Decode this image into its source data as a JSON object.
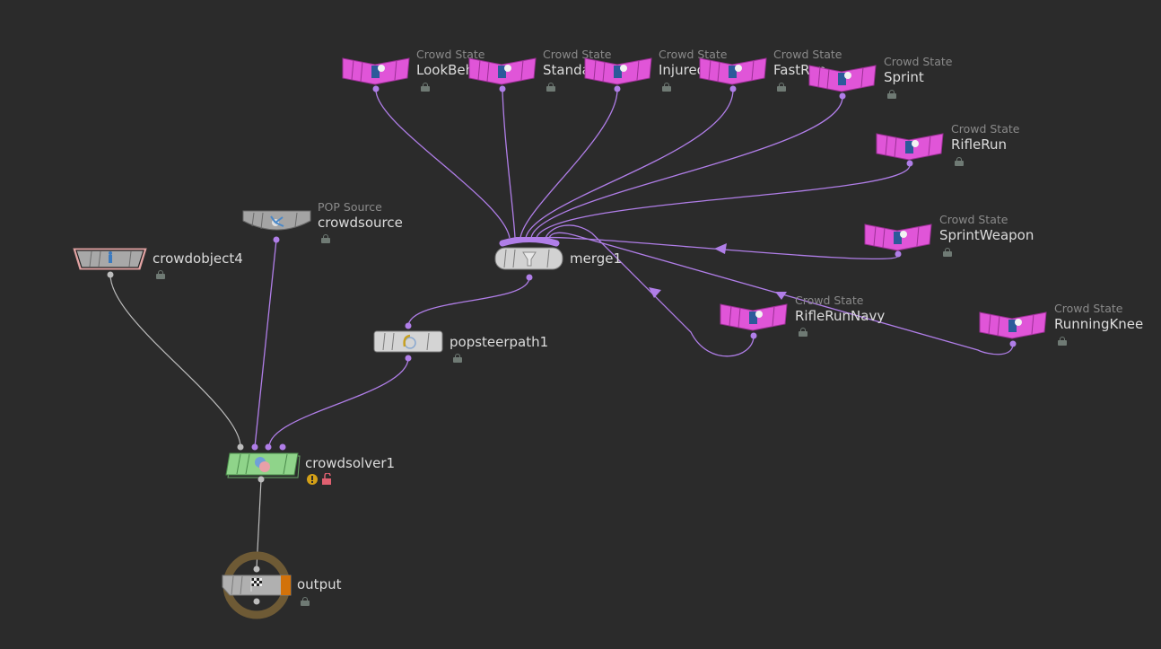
{
  "network": {
    "background": "#2b2b2b",
    "wire_color": "#b07ee8",
    "wire_color_gray": "#bdbdbd"
  },
  "nodes": {
    "lookbehind": {
      "type": "Crowd State",
      "name": "LookBehindRun",
      "color": "#e055d8",
      "locked": true
    },
    "standardrun": {
      "type": "Crowd State",
      "name": "StandardRun",
      "color": "#e055d8",
      "locked": true
    },
    "injuredrun": {
      "type": "Crowd State",
      "name": "InjuredRun",
      "color": "#e055d8",
      "locked": true
    },
    "fastrun": {
      "type": "Crowd State",
      "name": "FastRun",
      "color": "#e055d8",
      "locked": true
    },
    "sprint": {
      "type": "Crowd State",
      "name": "Sprint",
      "color": "#e055d8",
      "locked": true
    },
    "riflerun": {
      "type": "Crowd State",
      "name": "RifleRun",
      "color": "#e055d8",
      "locked": true
    },
    "sprintweapon": {
      "type": "Crowd State",
      "name": "SprintWeapon",
      "color": "#e055d8",
      "locked": true
    },
    "riflerunnavy": {
      "type": "Crowd State",
      "name": "RifleRunNavy",
      "color": "#e055d8",
      "locked": true
    },
    "runningknee": {
      "type": "Crowd State",
      "name": "RunningKnee",
      "color": "#e055d8",
      "locked": true
    },
    "merge": {
      "name": "merge1",
      "icon": "funnel-icon",
      "color": "#d0d0d0"
    },
    "crowdsource": {
      "type": "POP Source",
      "name": "crowdsource",
      "icon": "source-icon",
      "color": "#a0a0a0",
      "locked": true
    },
    "crowdobject": {
      "name": "crowdobject4",
      "icon": "agent-figure-icon",
      "color": "#a8a8a8",
      "locked": true
    },
    "popsteerpath": {
      "name": "popsteerpath1",
      "icon": "steer-path-icon",
      "color": "#d0d0d0",
      "locked": true
    },
    "crowdsolver": {
      "name": "crowdsolver1",
      "icon": "crowd-solver-icon",
      "color": "#8fd48a",
      "warning": true,
      "unlocked": true
    },
    "output": {
      "name": "output",
      "icon": "checkered-flag-icon",
      "color": "#b0b0b0",
      "display_flag_color": "#d2720a",
      "locked": true
    }
  }
}
